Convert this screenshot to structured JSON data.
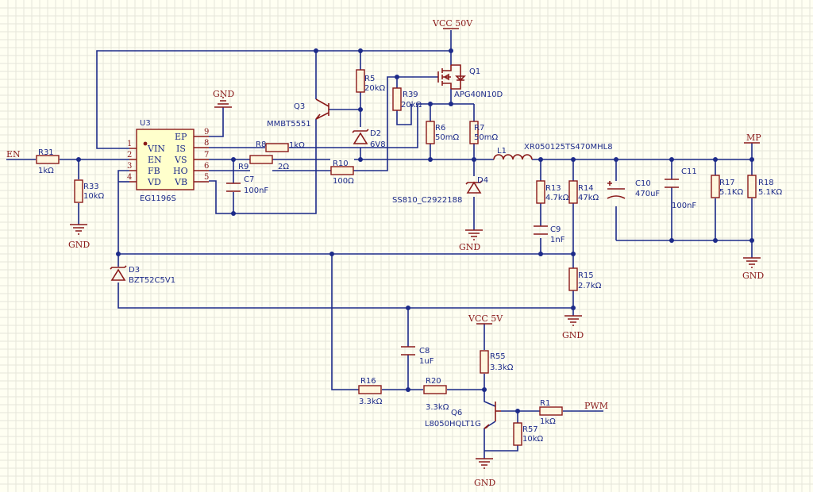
{
  "colors": {
    "background": "#fffff2",
    "wire": "#1d2b8a",
    "component": "#8a1a1a",
    "grid": "#e6e6da"
  },
  "power": {
    "vcc50": "VCC 50V",
    "vcc5": "VCC 5V",
    "gnd": "GND",
    "gnd_ic": "GND",
    "gnd_r33": "GND",
    "gnd_d4": "GND",
    "gnd_r15": "GND",
    "gnd_out": "GND",
    "gnd_q6": "GND"
  },
  "ports": {
    "en": "EN",
    "pwm": "PWM",
    "mp": "MP"
  },
  "ic": {
    "ref": "U3",
    "part": "EG1196S",
    "pins_left": [
      {
        "num": "1",
        "name": "VIN"
      },
      {
        "num": "2",
        "name": "EN"
      },
      {
        "num": "3",
        "name": "FB"
      },
      {
        "num": "4",
        "name": "VD"
      }
    ],
    "pins_right": [
      {
        "num": "9",
        "name": "EP"
      },
      {
        "num": "8",
        "name": "IS"
      },
      {
        "num": "7",
        "name": "VS"
      },
      {
        "num": "6",
        "name": "HO"
      },
      {
        "num": "5",
        "name": "VB"
      }
    ]
  },
  "components": {
    "r31": {
      "ref": "R31",
      "value": "1kΩ"
    },
    "r33": {
      "ref": "R33",
      "value": "10kΩ"
    },
    "r5": {
      "ref": "R5",
      "value": "20kΩ"
    },
    "r39": {
      "ref": "R39",
      "value": "20kΩ"
    },
    "r6": {
      "ref": "R6",
      "value": "50mΩ"
    },
    "r7": {
      "ref": "R7",
      "value": "50mΩ"
    },
    "r8": {
      "ref": "R8",
      "value": "1kΩ"
    },
    "r9": {
      "ref": "R9",
      "value": "2Ω"
    },
    "r10": {
      "ref": "R10",
      "value": "100Ω"
    },
    "r13": {
      "ref": "R13",
      "value": "4.7kΩ"
    },
    "r14": {
      "ref": "R14",
      "value": "47kΩ"
    },
    "r15": {
      "ref": "R15",
      "value": "2.7kΩ"
    },
    "r16": {
      "ref": "R16",
      "value": "3.3kΩ"
    },
    "r17": {
      "ref": "R17",
      "value": "5.1KΩ"
    },
    "r18": {
      "ref": "R18",
      "value": "5.1KΩ"
    },
    "r20": {
      "ref": "R20",
      "value": "3.3kΩ"
    },
    "r55": {
      "ref": "R55",
      "value": "3.3kΩ"
    },
    "r57": {
      "ref": "R57",
      "value": "10kΩ"
    },
    "r1": {
      "ref": "R1",
      "value": "1kΩ"
    },
    "c7": {
      "ref": "C7",
      "value": "100nF"
    },
    "c8": {
      "ref": "C8",
      "value": "1uF"
    },
    "c9": {
      "ref": "C9",
      "value": "1nF"
    },
    "c10": {
      "ref": "C10",
      "value": "470uF"
    },
    "c11": {
      "ref": "C11",
      "value": "100nF"
    },
    "l1": {
      "ref": "L1",
      "value": "XR050125TS470MHL8"
    },
    "q1": {
      "ref": "Q1",
      "value": "APG40N10D"
    },
    "q3": {
      "ref": "Q3",
      "value": "MMBT5551"
    },
    "q6": {
      "ref": "Q6",
      "value": "L8050HQLT1G"
    },
    "d2": {
      "ref": "D2",
      "value": "6V8"
    },
    "d3": {
      "ref": "D3",
      "value": "BZT52C5V1"
    },
    "d4": {
      "ref": "D4",
      "value": "SS810_C2922188"
    }
  }
}
